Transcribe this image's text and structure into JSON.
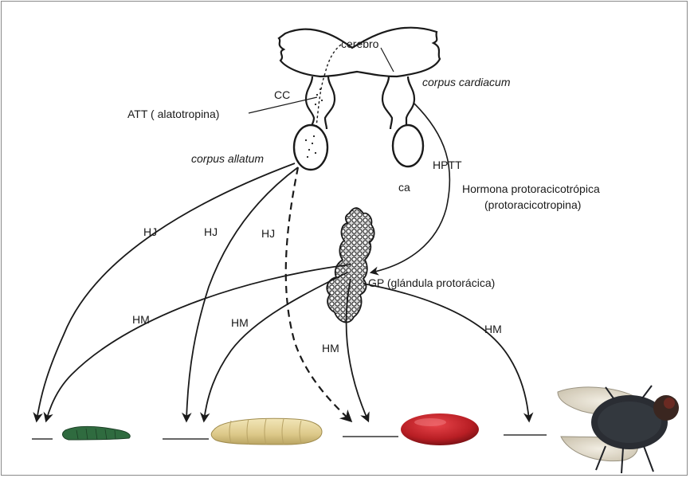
{
  "labels": {
    "cerebro": "cerebro",
    "cc": "CC",
    "corpus_cardiacum": "corpus cardiacum",
    "att": "ATT ( alatotropina)",
    "corpus_allatum": "corpus allatum",
    "hptt": "HPTT",
    "ca": "ca",
    "hormona_line1": "Hormona protoracicotrópica",
    "hormona_line2": "(protoracicotropina)",
    "hj_1": "HJ",
    "hj_2": "HJ",
    "hj_3": "HJ",
    "gp": "GP (glándula protorácica)",
    "hm_1": "HM",
    "hm_2": "HM",
    "hm_3": "HM",
    "hm_4": "HM"
  },
  "stages": [
    {
      "name": "larva",
      "color": "#2f6b3f"
    },
    {
      "name": "larva-madura",
      "color": "#e6d49a"
    },
    {
      "name": "pupa",
      "color": "#c8262c"
    },
    {
      "name": "mosca-adulta",
      "color": "#2a2d33"
    }
  ],
  "colors": {
    "line": "#1a1a1a",
    "frame": "#8a8a8a"
  }
}
